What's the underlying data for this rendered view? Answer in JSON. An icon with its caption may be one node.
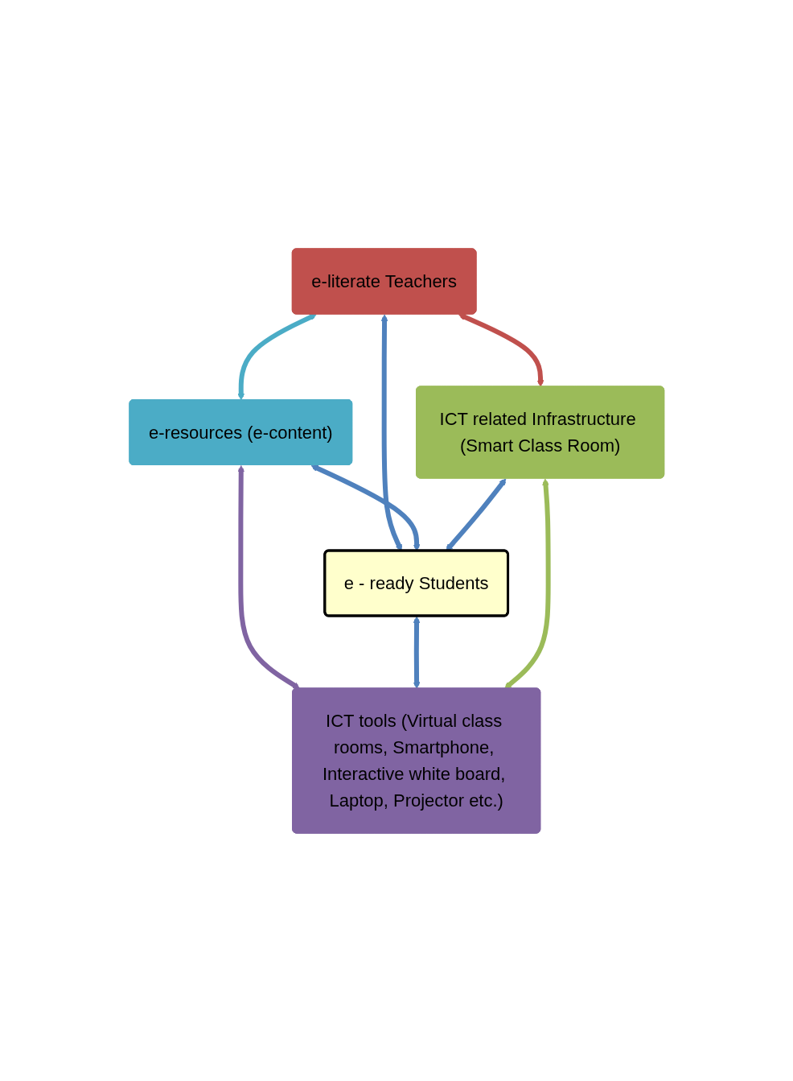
{
  "diagram": {
    "nodes": [
      {
        "text": [
          "e-literate Teachers"
        ]
      },
      {
        "text": [
          "e-resources (e-content)"
        ]
      },
      {
        "text": [
          "e - ready Students"
        ]
      },
      {
        "text": [
          "ICT related Infrastructure (Smart Class Room)"
        ]
      },
      {
        "text": [
          "ICT tools (Virtual class rooms, Smartphone, Interactive white board, Laptop, Projector etc.)"
        ]
      }
    ],
    "edges": [
      {
        "from": 0,
        "to": 1,
        "arrow": "both",
        "color": "#4bacc6"
      },
      {
        "from": 0,
        "to": 2,
        "arrow": "both"
      },
      {
        "from": 0,
        "to": 3,
        "arrow": "both",
        "color": "#c0504d"
      },
      {
        "from": 1,
        "to": 2,
        "arrow": "both"
      },
      {
        "from": 3,
        "to": 2,
        "arrow": "both"
      },
      {
        "from": 1,
        "to": 4,
        "arrow": "both",
        "color": "#8064a2"
      },
      {
        "from": 2,
        "to": 4,
        "arrow": "both"
      },
      {
        "from": 3,
        "to": 4,
        "arrow": "both",
        "color": "#9bbb59"
      }
    ]
  }
}
